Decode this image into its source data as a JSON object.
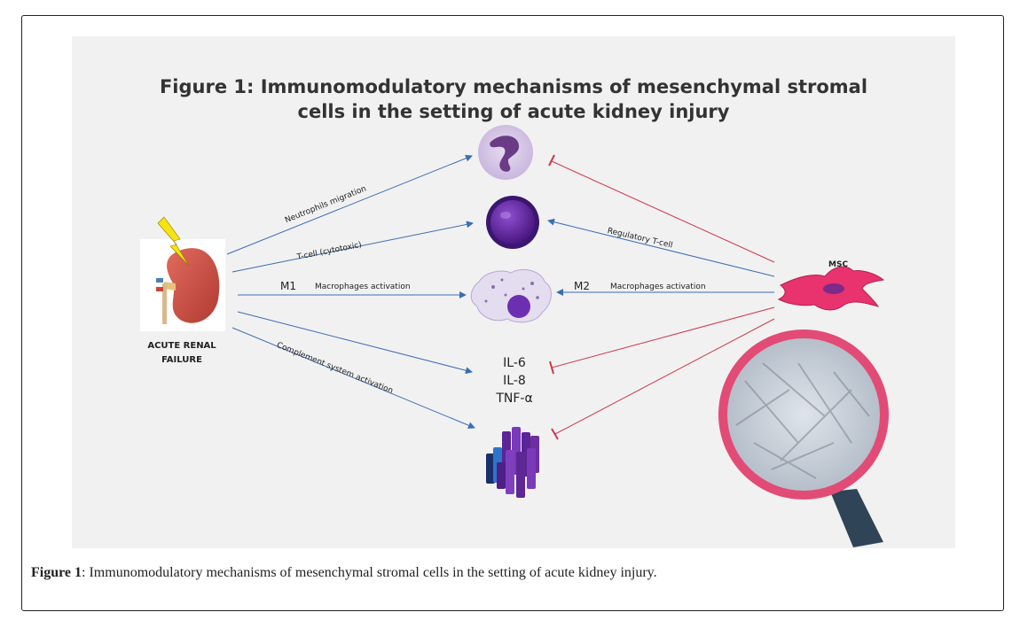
{
  "figure": {
    "title_line1": "Figure 1: Immunomodulatory mechanisms of mesenchymal stromal",
    "title_line2": "cells in the setting of acute kidney injury"
  },
  "left_node": {
    "label_line1": "ACUTE RENAL",
    "label_line2": "FAILURE"
  },
  "right_node": {
    "label": "MSC"
  },
  "pathways": {
    "neutrophils": "Neutrophils migration",
    "tcell": "T-cell (cytotoxic)",
    "m1_tag": "M1",
    "m1_label": "Macrophages activation",
    "complement": "Complement system activation",
    "regulatory": "Regulatory T-cell",
    "m2_tag": "M2",
    "m2_label": "Macrophages activation"
  },
  "cytokines": [
    "IL-6",
    "IL-8",
    "TNF-α"
  ],
  "caption": {
    "prefix": "Figure 1",
    "text": ": Immunomodulatory mechanisms of mesenchymal stromal cells in the setting of acute kidney injury."
  },
  "colors": {
    "activation_arrow": "#3b6db5",
    "inhibition_line": "#d0364a",
    "cell_purple": "#6b2fa0",
    "msc_pink": "#e8336e"
  }
}
